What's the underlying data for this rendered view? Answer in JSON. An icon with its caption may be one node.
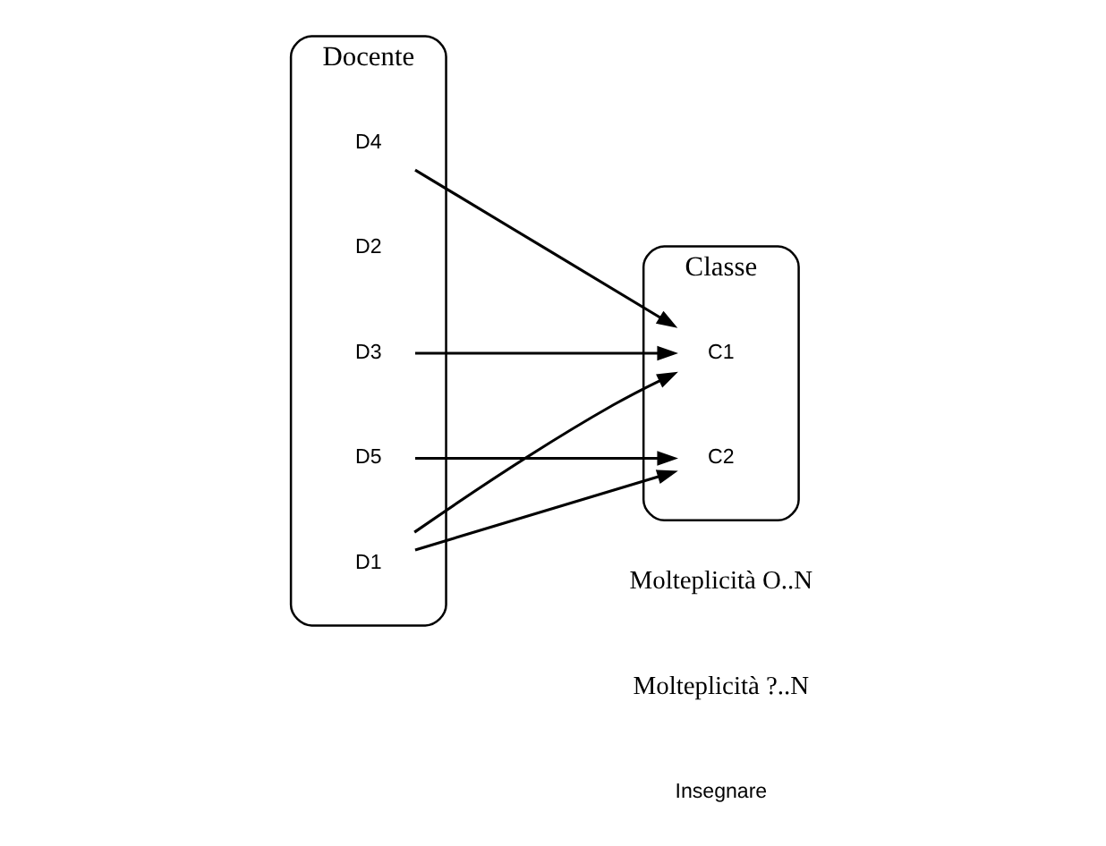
{
  "diagram": {
    "nodes": [
      {
        "text": [
          "Docente"
        ]
      },
      {
        "text": [
          "D1"
        ],
        "in": 0
      },
      {
        "text": [
          "D2"
        ],
        "in": 0
      },
      {
        "text": [
          "D3"
        ],
        "in": 0
      },
      {
        "text": [
          "D4"
        ],
        "in": 0
      },
      {
        "text": [
          "D5"
        ],
        "in": 0
      },
      {
        "text": [
          "Classe"
        ]
      },
      {
        "text": [
          "C1"
        ],
        "in": 6
      },
      {
        "text": [
          "C2"
        ],
        "in": 6
      }
    ],
    "edges": [
      {
        "from": 1,
        "to": 7,
        "arrow": "to"
      },
      {
        "from": 1,
        "to": 8,
        "arrow": "to"
      },
      {
        "from": 3,
        "to": 7,
        "arrow": "to"
      },
      {
        "from": 4,
        "to": 7,
        "arrow": "to"
      },
      {
        "from": 5,
        "to": 8,
        "arrow": "to"
      }
    ],
    "labels": [
      "Insegnare",
      "Molteplicità O..N",
      "Molteplicità ?..N"
    ]
  }
}
